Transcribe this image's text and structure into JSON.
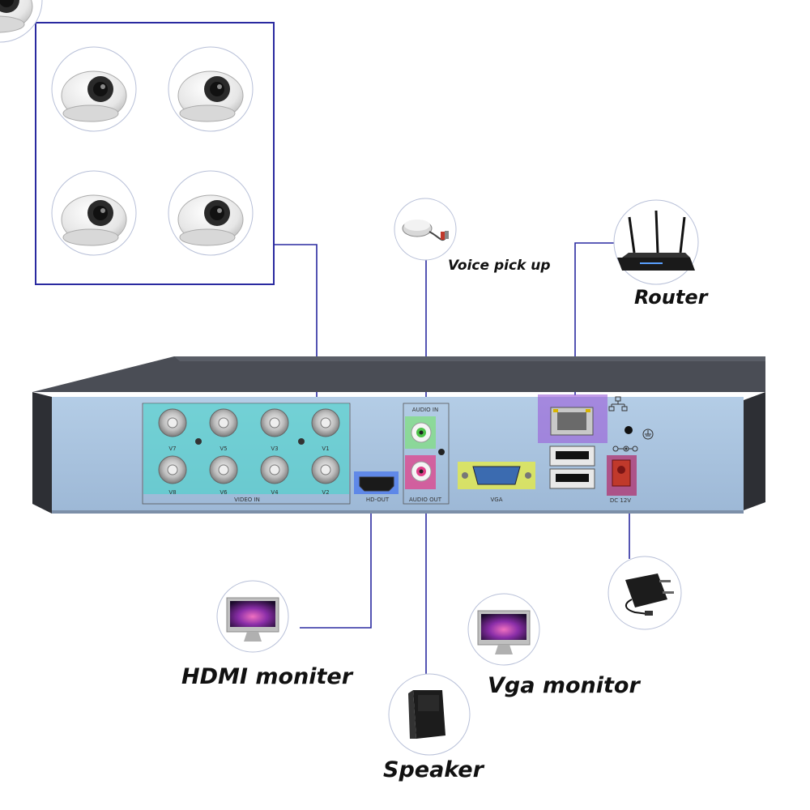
{
  "captions": {
    "voice_pickup": "Voice pick up",
    "router": "Router",
    "hdmi_monitor": "HDMI moniter",
    "vga_monitor": "Vga monitor",
    "speaker": "Speaker"
  },
  "panel_labels": {
    "bnc_top": [
      "V7",
      "V5",
      "V3",
      "V1"
    ],
    "bnc_bottom": [
      "V8",
      "V6",
      "V4",
      "V2"
    ],
    "video_in": "VIDEO IN",
    "audio_in": "AUDIO IN",
    "audio_out": "AUDIO OUT",
    "hd_out": "HD-OUT",
    "vga": "VGA",
    "dc": "DC 12V"
  },
  "colors": {
    "connector_line": "#2a2aa0",
    "bnc_highlight": "#3ed6c8",
    "audio_in_highlight": "#7ee07a",
    "audio_out_highlight": "#e0408a",
    "hdmi_highlight": "#3a6cf0",
    "vga_highlight": "#e8ee40",
    "lan_highlight": "#9a5ad8",
    "power_highlight": "#b0306e",
    "dvr_face": "#a8c4e0",
    "dvr_top": "#4a4d55"
  },
  "icons": {
    "cameras": "dome-camera-icon",
    "microphone": "microphone-icon",
    "router": "router-icon",
    "adapter": "power-adapter-icon",
    "monitor": "monitor-icon",
    "speaker": "speaker-icon",
    "network": "network-icon",
    "ground": "ground-icon",
    "polarity": "dc-polarity-icon"
  }
}
